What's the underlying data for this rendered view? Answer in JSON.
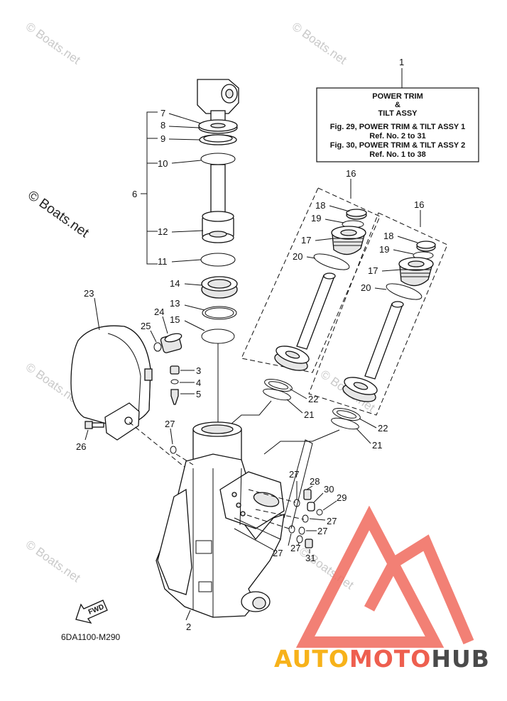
{
  "watermarks": {
    "small": "© Boats.net",
    "large": "© Boats.net"
  },
  "title_box": {
    "ref": "1",
    "line1": "POWER TRIM",
    "line2": "&",
    "line3": "TILT ASSY",
    "line4": "Fig. 29, POWER TRIM & TILT ASSY 1",
    "line5": "Ref. No. 2 to 31",
    "line6": "Fig. 30, POWER TRIM & TILT ASSY 2",
    "line7": "Ref. No. 1 to 38"
  },
  "callouts": {
    "c2": "2",
    "c3": "3",
    "c4": "4",
    "c5": "5",
    "c6": "6",
    "c7": "7",
    "c8": "8",
    "c9": "9",
    "c10": "10",
    "c11": "11",
    "c12": "12",
    "c13": "13",
    "c14": "14",
    "c15": "15",
    "c16a": "16",
    "c16b": "16",
    "c17a": "17",
    "c17b": "17",
    "c18a": "18",
    "c18b": "18",
    "c19a": "19",
    "c19b": "19",
    "c20a": "20",
    "c20b": "20",
    "c21a": "21",
    "c21b": "21",
    "c22a": "22",
    "c22b": "22",
    "c23": "23",
    "c24": "24",
    "c25": "25",
    "c26": "26",
    "c27a": "27",
    "c27b": "27",
    "c27c": "27",
    "c27d": "27",
    "c27e": "27",
    "c27f": "27",
    "c28": "28",
    "c29": "29",
    "c30": "30",
    "c31": "31"
  },
  "fwd_label": "FWD",
  "diagram_code": "6DA1100-M290",
  "brand": {
    "part1": "AUTO",
    "part2": "MOTO",
    "part3": "HUB",
    "color1": "#f7b21a",
    "color2": "#ee5f4f",
    "color3": "#4a4a4a",
    "logo_color": "#f06a5e"
  }
}
